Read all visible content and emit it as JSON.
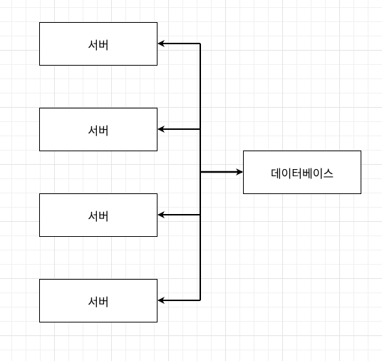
{
  "diagram": {
    "servers": [
      {
        "label": "서버"
      },
      {
        "label": "서버"
      },
      {
        "label": "서버"
      },
      {
        "label": "서버"
      }
    ],
    "database": {
      "label": "데이터베이스"
    },
    "colors": {
      "stroke": "#000000",
      "fill": "#ffffff",
      "grid": "#e4e4e4"
    }
  }
}
